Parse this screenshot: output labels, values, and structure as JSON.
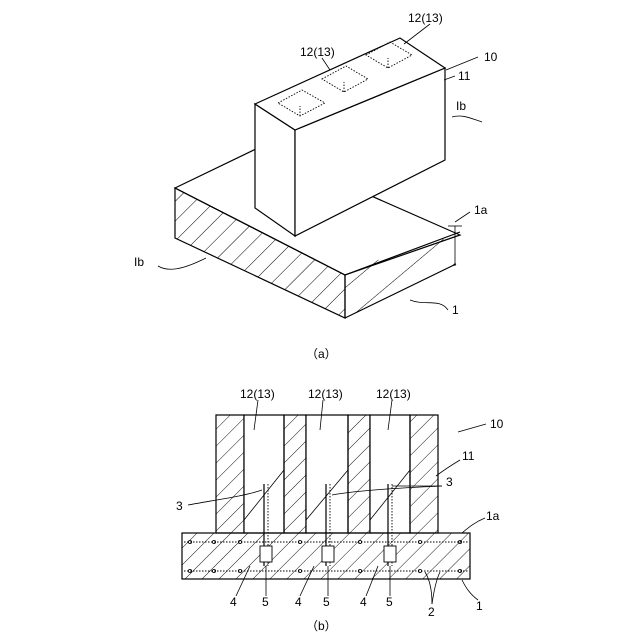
{
  "figure_a": {
    "caption": "（a）",
    "labels": {
      "ref_12_13_top": "12(13)",
      "ref_12_13_mid": "12(13)",
      "ref_10": "10",
      "ref_11": "11",
      "ref_Ib_right": "Ib",
      "ref_1a": "1a",
      "ref_Ib_left": "Ib",
      "ref_1": "1"
    }
  },
  "figure_b": {
    "caption": "（b）",
    "labels": {
      "ref_12_13_1": "12(13)",
      "ref_12_13_2": "12(13)",
      "ref_12_13_3": "12(13)",
      "ref_10": "10",
      "ref_11": "11",
      "ref_3_left": "3",
      "ref_3_right": "3",
      "ref_1a": "1a",
      "ref_4_1": "4",
      "ref_5_1": "5",
      "ref_4_2": "4",
      "ref_5_2": "5",
      "ref_4_3": "4",
      "ref_5_3": "5",
      "ref_2": "2",
      "ref_1": "1"
    }
  }
}
